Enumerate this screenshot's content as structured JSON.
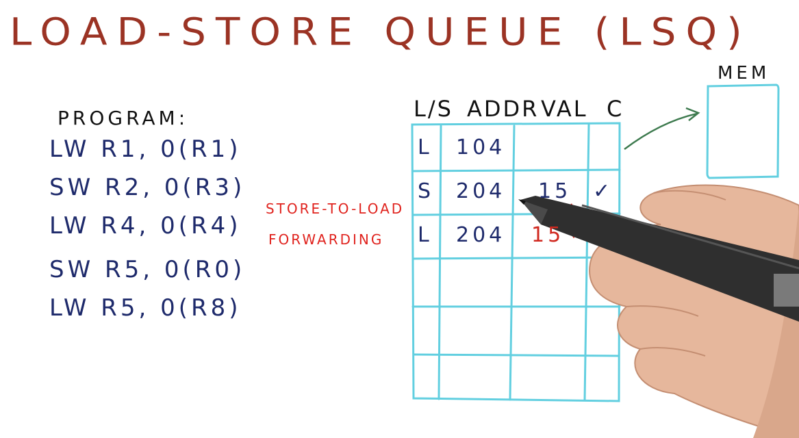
{
  "title": "LOAD-STORE QUEUE (LSQ)",
  "program": {
    "label": "PROGRAM:",
    "instructions": [
      "LW R1, 0(R1)",
      "SW R2, 0(R3)",
      "LW R4, 0(R4)",
      "SW R5, 0(R0)",
      "LW R5, 0(R8)"
    ]
  },
  "annotation": {
    "line1": "STORE-TO-LOAD",
    "line2": "FORWARDING"
  },
  "lsq_table": {
    "headers": [
      "L/S",
      "ADDR",
      "VAL",
      "C"
    ],
    "rows": [
      [
        "L",
        "104",
        "",
        ""
      ],
      [
        "S",
        "204",
        "15",
        "✓"
      ],
      [
        "L",
        "204",
        "15",
        ""
      ],
      [
        "",
        "",
        "",
        ""
      ],
      [
        "",
        "",
        "",
        ""
      ],
      [
        "",
        "",
        "",
        ""
      ]
    ]
  },
  "memory": {
    "label": "MEM"
  },
  "colors": {
    "title": "#9b3324",
    "program_text": "#1e2a6b",
    "forwarding_text": "#e0231e",
    "table_lines": "#62cfe0",
    "arrow": "#3d7a4e"
  }
}
